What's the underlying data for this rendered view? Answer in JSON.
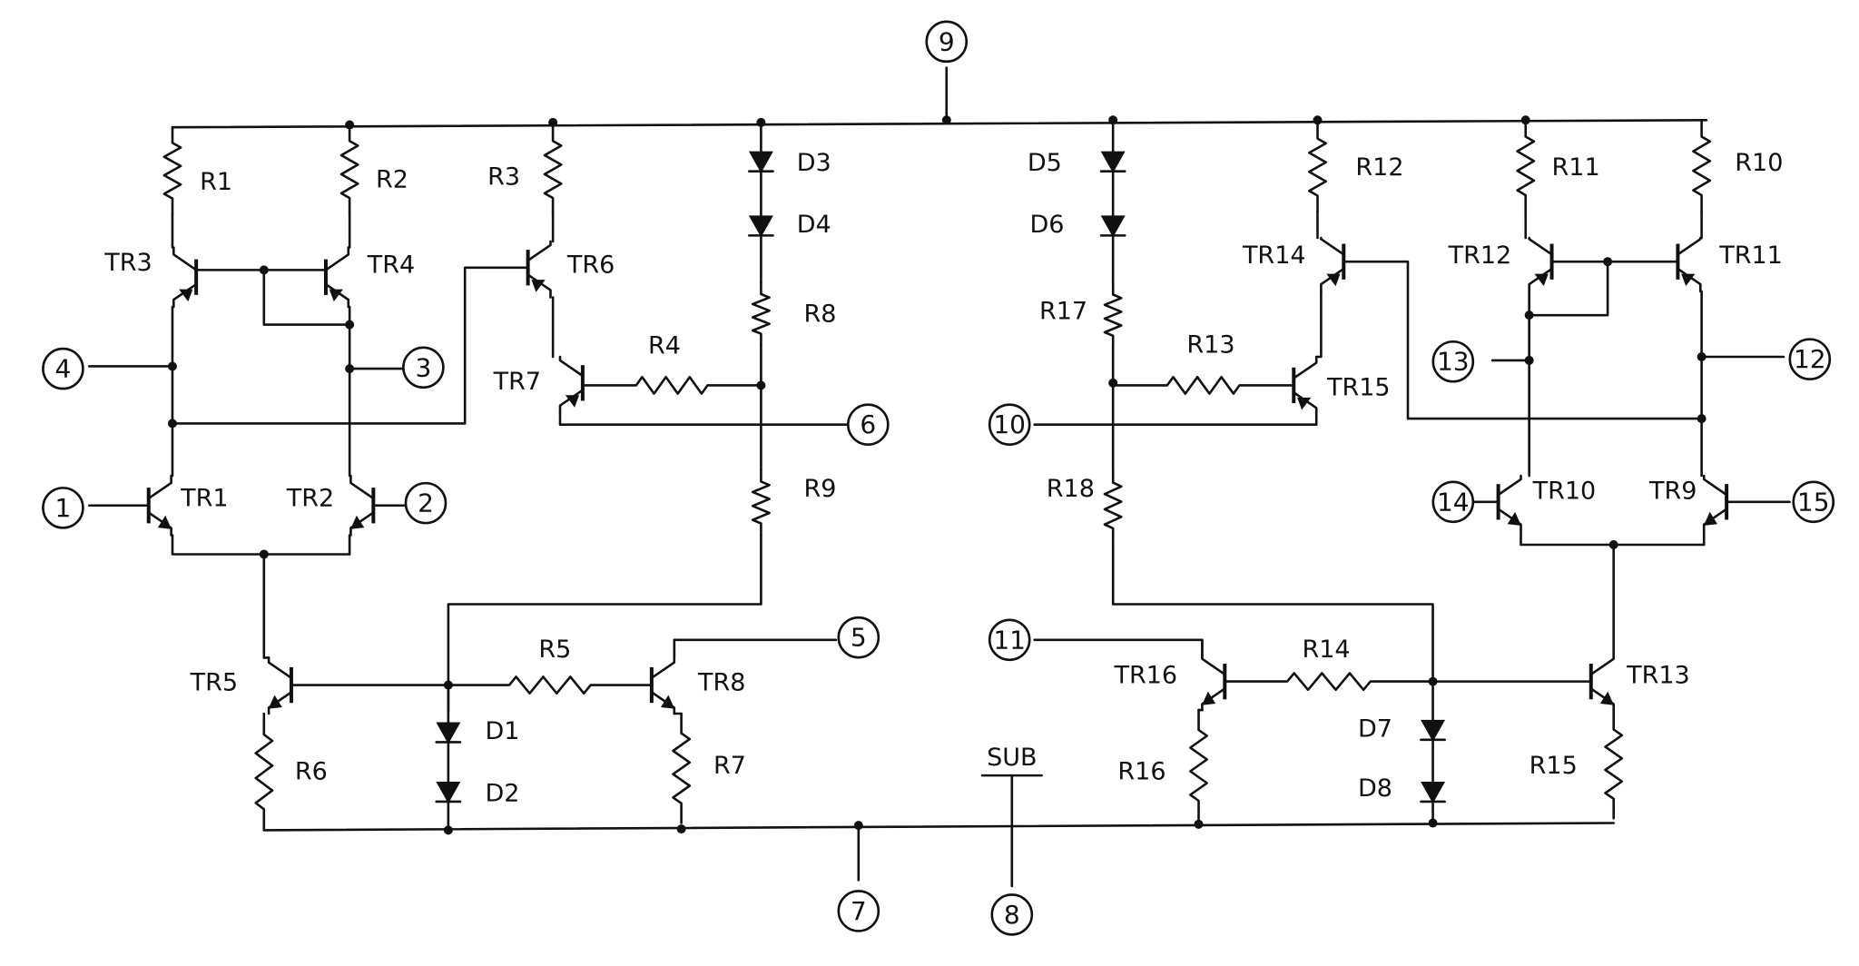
{
  "pins": [
    "1",
    "2",
    "3",
    "4",
    "5",
    "6",
    "7",
    "8",
    "9",
    "10",
    "11",
    "12",
    "13",
    "14",
    "15"
  ],
  "components": {
    "resistors": [
      "R1",
      "R2",
      "R3",
      "R4",
      "R5",
      "R6",
      "R7",
      "R8",
      "R9",
      "R10",
      "R11",
      "R12",
      "R13",
      "R14",
      "R15",
      "R16",
      "R17",
      "R18"
    ],
    "transistors": [
      "TR1",
      "TR2",
      "TR3",
      "TR4",
      "TR5",
      "TR6",
      "TR7",
      "TR8",
      "TR9",
      "TR10",
      "TR11",
      "TR12",
      "TR13",
      "TR14",
      "TR15",
      "TR16"
    ],
    "diodes": [
      "D1",
      "D2",
      "D3",
      "D4",
      "D5",
      "D6",
      "D7",
      "D8"
    ]
  },
  "substrate_label": "SUB"
}
